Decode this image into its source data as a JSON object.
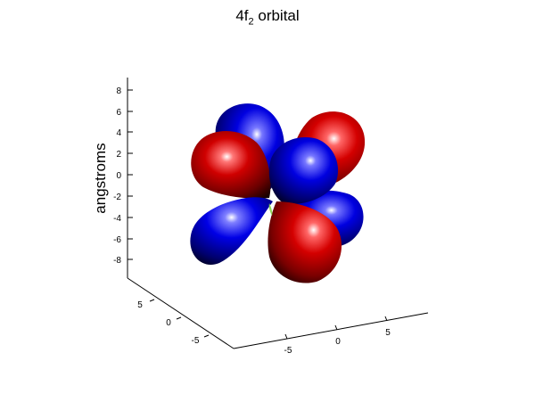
{
  "title": {
    "main": "4f",
    "sub": "2",
    "rest": " orbital"
  },
  "axes": {
    "z_label": "angstroms",
    "z_ticks": [
      "8",
      "6",
      "4",
      "2",
      "0",
      "-2",
      "-4",
      "-6",
      "-8"
    ],
    "y_ticks": [
      "5",
      "0",
      "-5"
    ],
    "x_ticks": [
      "-5",
      "0",
      "5"
    ]
  },
  "colors": {
    "positive_lobe": "#cc0000",
    "negative_lobe": "#0000dd",
    "node": "#8fd85a"
  }
}
